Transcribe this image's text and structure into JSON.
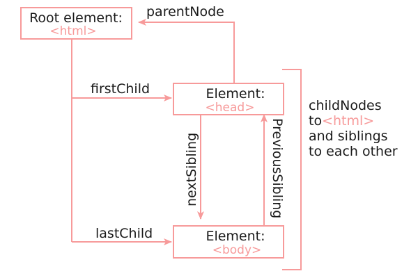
{
  "colors": {
    "accent": "#f79a9a",
    "text": "#1a1a1a"
  },
  "nodes": {
    "root": {
      "title": "Root element:",
      "tag": "<html>"
    },
    "head": {
      "title": "Element:",
      "tag": "<head>"
    },
    "body": {
      "title": "Element:",
      "tag": "<body>"
    }
  },
  "edges": {
    "parent_node": "parentNode",
    "first_child": "firstChild",
    "last_child": "lastChild",
    "next_sibling": "nextSibling",
    "previous_sibling": "PreviousSibling"
  },
  "bracket_note": {
    "line1": "childNodes",
    "line2_prefix": "to",
    "line2_tag": "<html>",
    "line3": "and siblings",
    "line4": "to each other"
  }
}
